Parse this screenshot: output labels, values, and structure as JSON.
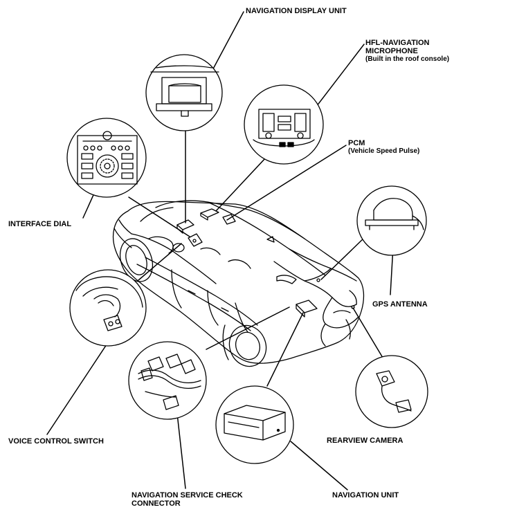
{
  "labels": {
    "navigation_display_unit": "NAVIGATION DISPLAY UNIT",
    "hfl_microphone": {
      "line1": "HFL-NAVIGATION",
      "line2": "MICROPHONE",
      "line3": "(Built in the roof console)"
    },
    "pcm": {
      "line1": "PCM",
      "line2": "(Vehicle Speed Pulse)"
    },
    "interface_dial": "INTERFACE DIAL",
    "gps_antenna": "GPS ANTENNA",
    "voice_control_switch": "VOICE CONTROL SWITCH",
    "rearview_camera": "REARVIEW CAMERA",
    "navigation_service_check_connector": {
      "line1": "NAVIGATION SERVICE CHECK",
      "line2": "CONNECTOR"
    },
    "navigation_unit": "NAVIGATION UNIT"
  }
}
